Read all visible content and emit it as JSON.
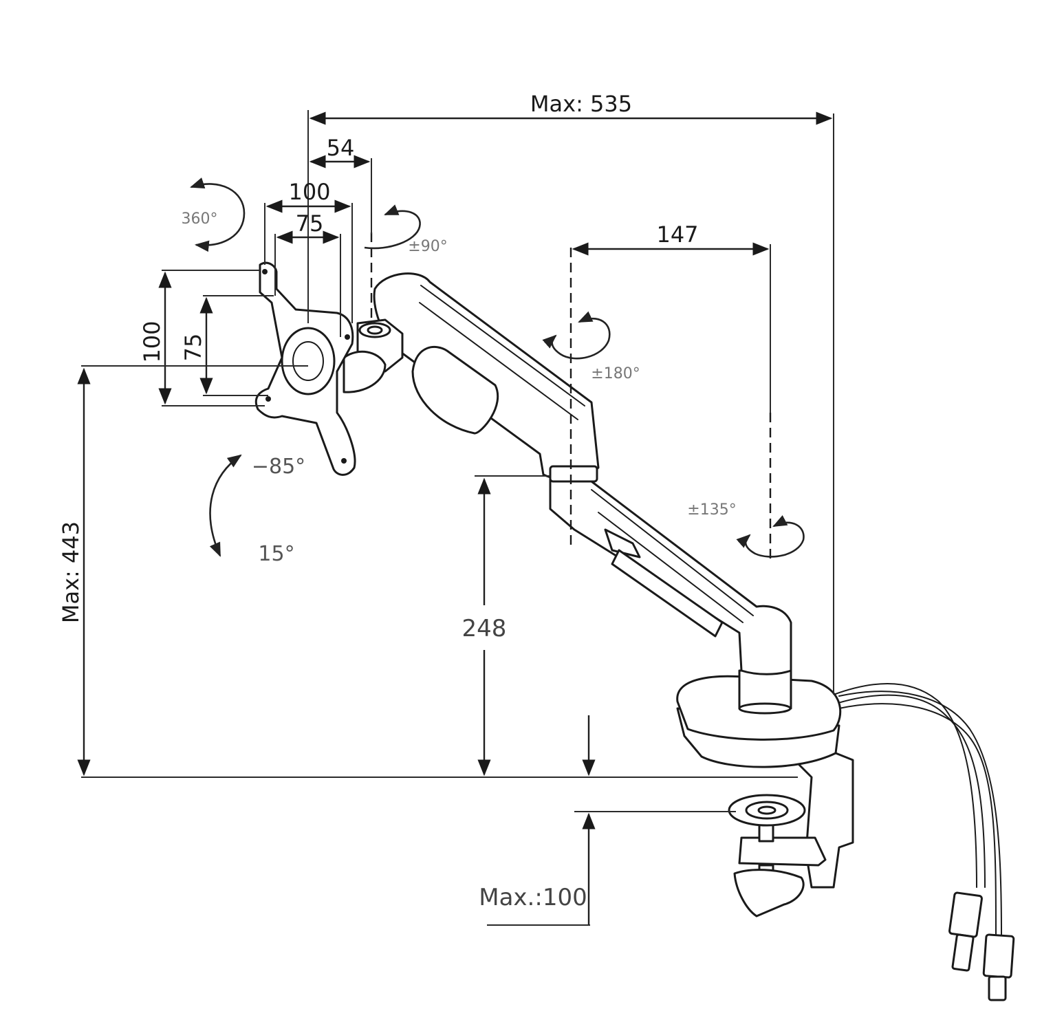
{
  "dimensions": {
    "max_reach": "Max: 535",
    "vesa_offset": "54",
    "vesa_outer_h": "100",
    "vesa_inner_h": "75",
    "vesa_outer_v": "100",
    "vesa_inner_v": "75",
    "elbow_offset": "147",
    "max_height": "Max: 443",
    "pole_height": "248",
    "clamp_max": "Max.:100"
  },
  "angles": {
    "rotate": "360°",
    "swivel_head": "±90°",
    "swivel_forearm": "±180°",
    "swivel_base": "±135°",
    "tilt_up": "−85°",
    "tilt_down": "15°"
  }
}
